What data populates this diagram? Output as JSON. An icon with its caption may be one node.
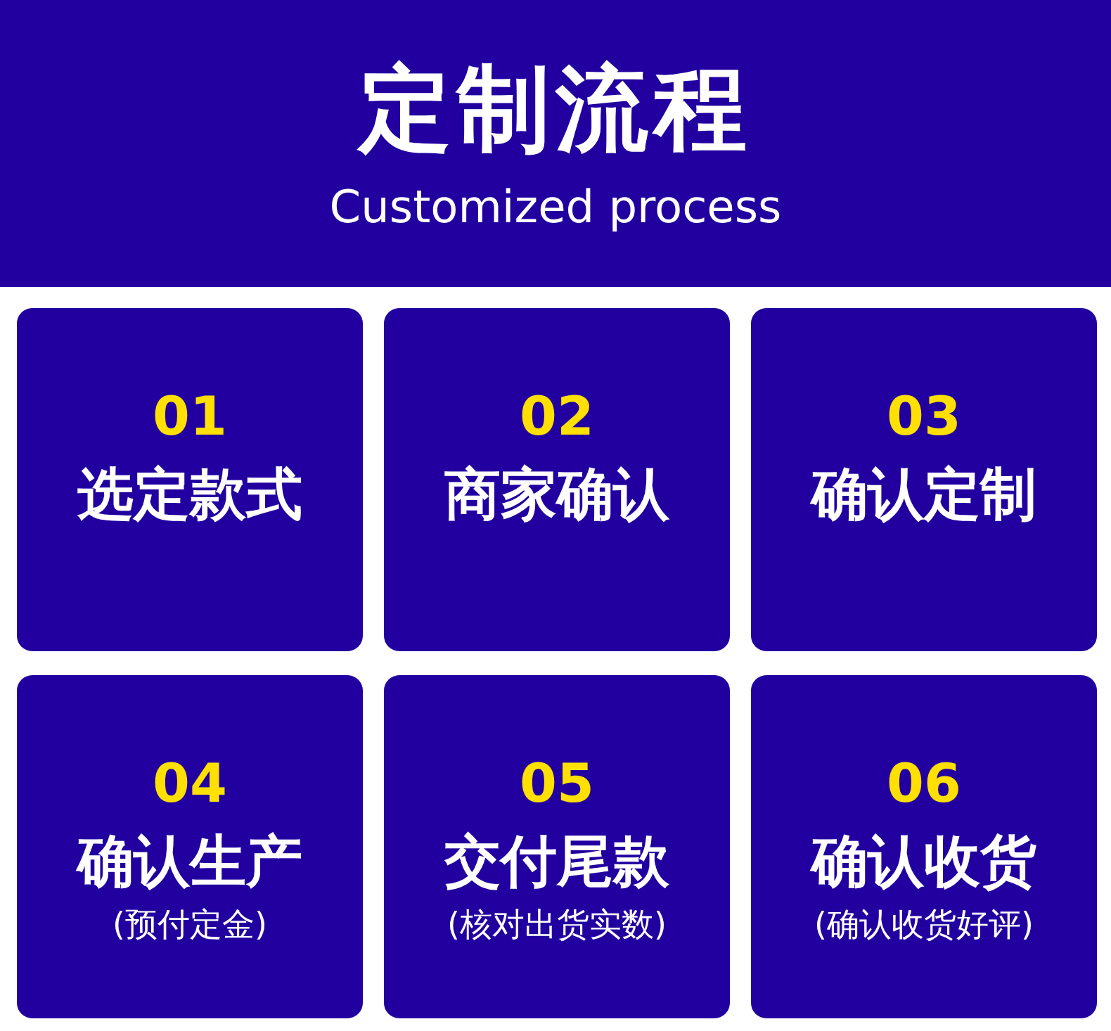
{
  "diagram": {
    "title": "定制流程",
    "nodes": [
      {
        "text": [
          "01",
          "选定款式"
        ]
      },
      {
        "text": [
          "02",
          "商家确认"
        ]
      },
      {
        "text": [
          "03",
          "确认定制"
        ]
      },
      {
        "text": [
          "04",
          "确认生产",
          "(预付定金)"
        ]
      },
      {
        "text": [
          "05",
          "交付尾款",
          "(核对出货实数)"
        ]
      },
      {
        "text": [
          "06",
          "确认收货",
          "(确认收货好评)"
        ]
      }
    ],
    "labels": [
      "Customized process"
    ]
  }
}
